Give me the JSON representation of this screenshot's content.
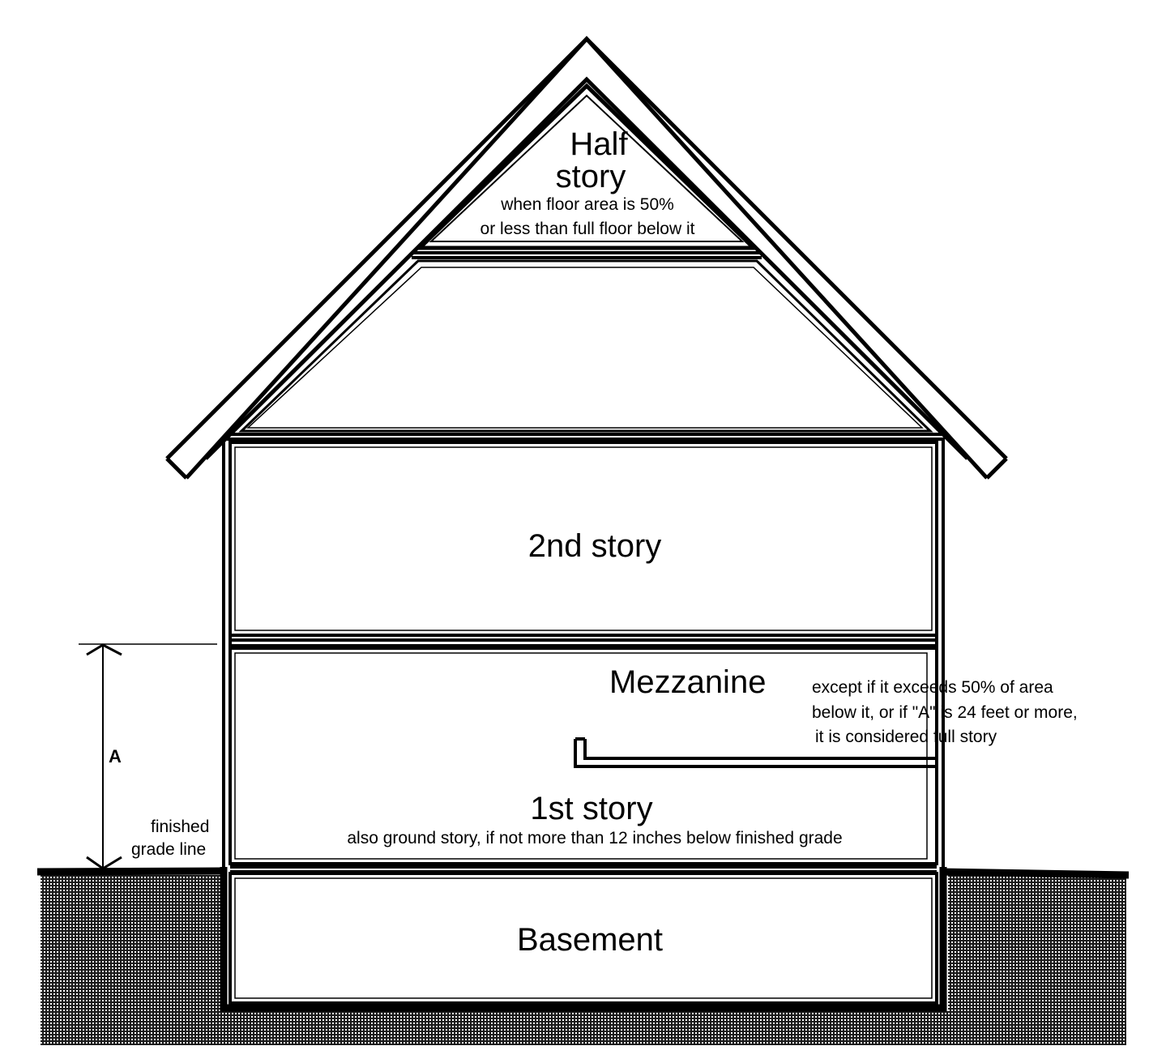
{
  "labels": {
    "half_story_title_1": "Half",
    "half_story_title_2": "story",
    "half_story_note_1": "when floor area is 50%",
    "half_story_note_2": "or less than full floor below it",
    "second_story": "2nd story",
    "mezzanine": "Mezzanine",
    "mezzanine_note_1": "except if it exceeds 50% of area",
    "mezzanine_note_2": "below it, or if \"A\" is 24 feet or more,",
    "mezzanine_note_3": "it is considered full story",
    "first_story": "1st story",
    "first_story_note": "also ground story, if not more than 12 inches below finished grade",
    "dimension_a": "A",
    "grade_line_1": "finished",
    "grade_line_2": "grade line",
    "basement": "Basement"
  },
  "colors": {
    "ink": "#000000",
    "paper": "#ffffff"
  }
}
